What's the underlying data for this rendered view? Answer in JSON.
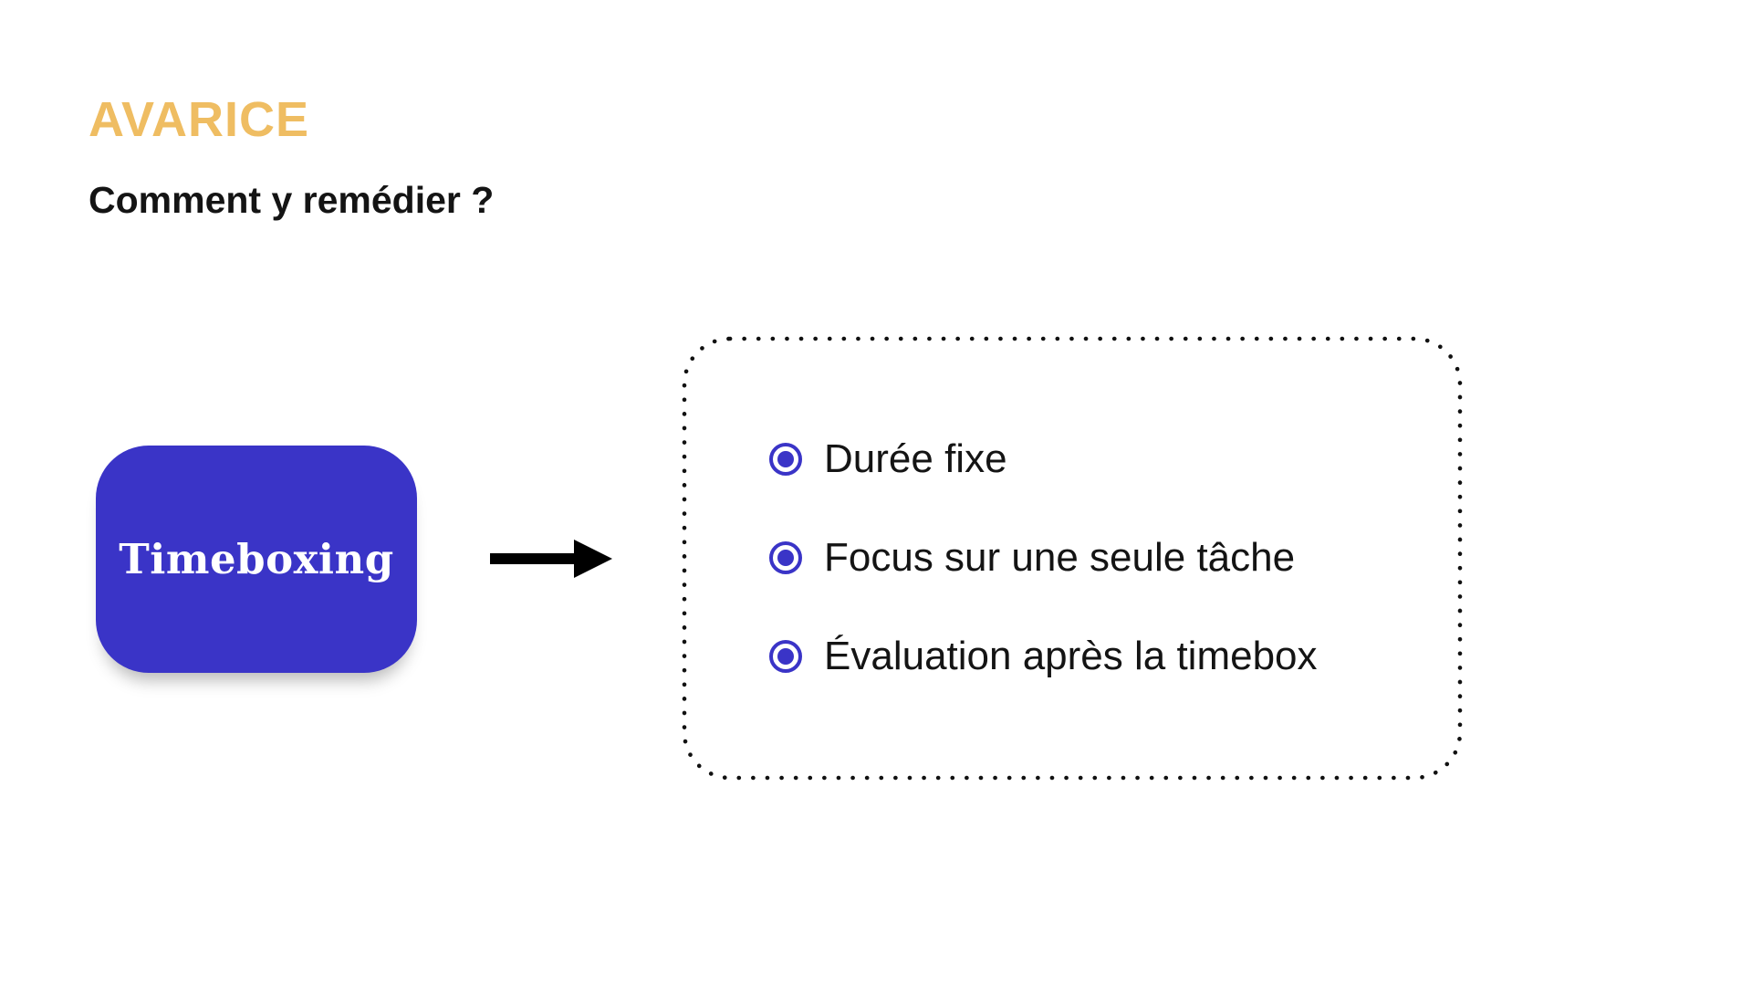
{
  "slide": {
    "title": "AVARICE",
    "subtitle": "Comment y remédier ?",
    "concept_box": {
      "label": "Timeboxing"
    },
    "bullets": [
      "Durée fixe",
      "Focus sur une seule tâche",
      "Évaluation après la timebox"
    ],
    "colors": {
      "title_accent": "#EFBD62",
      "concept_box_fill": "#3A34C7",
      "concept_box_text": "#FFFFFF",
      "bullet_marker": "#3A34C7",
      "body_text": "#141414",
      "arrow": "#000000",
      "background": "#FFFFFF",
      "dotted_border": "#111111"
    }
  }
}
